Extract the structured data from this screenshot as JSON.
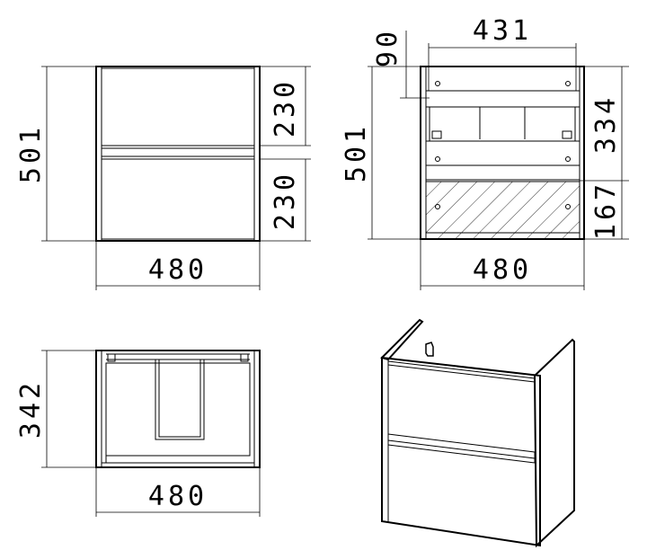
{
  "front_view": {
    "height": "501",
    "upper_drawer": "230",
    "lower_drawer": "230",
    "width": "480"
  },
  "back_view": {
    "height": "501",
    "inner_width": "431",
    "top_offset": "90",
    "upper_section": "334",
    "lower_section": "167",
    "width": "480"
  },
  "top_view": {
    "depth": "342",
    "width": "480"
  }
}
